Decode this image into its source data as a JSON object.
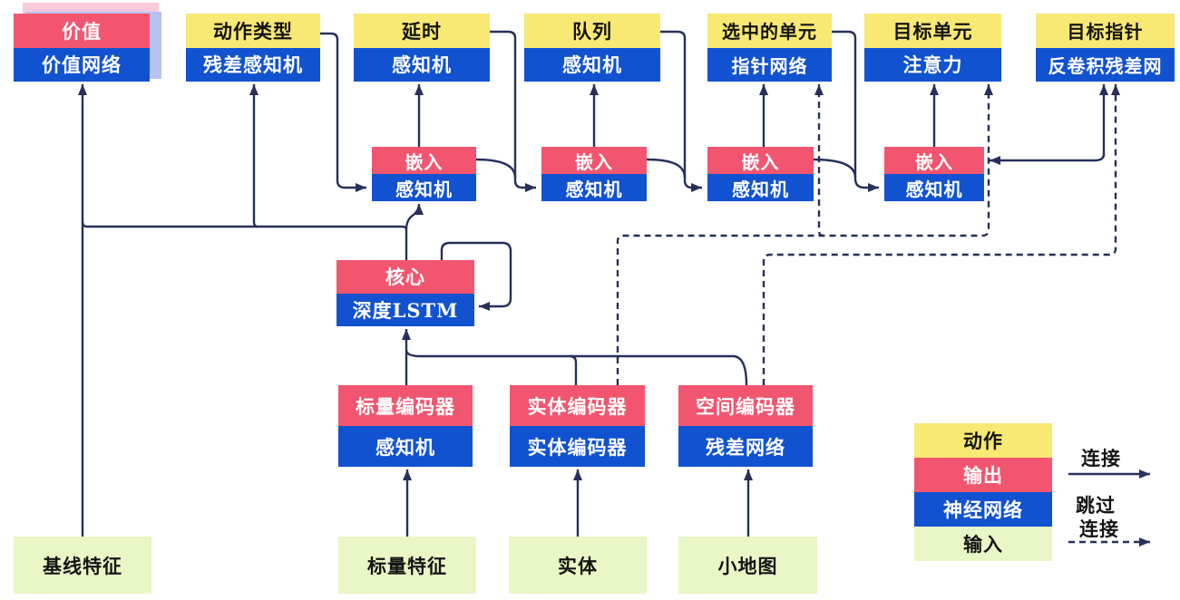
{
  "heads": [
    {
      "label": "价值",
      "network": "价值网络"
    },
    {
      "label": "动作类型",
      "network": "残差感知机"
    },
    {
      "label": "延时",
      "network": "感知机"
    },
    {
      "label": "队列",
      "network": "感知机"
    },
    {
      "label": "选中的单元",
      "network": "指针网络"
    },
    {
      "label": "目标单元",
      "network": "注意力"
    },
    {
      "label": "目标指针",
      "network": "反卷积残差网"
    }
  ],
  "embeddings": [
    {
      "label": "嵌入",
      "network": "感知机"
    },
    {
      "label": "嵌入",
      "network": "感知机"
    },
    {
      "label": "嵌入",
      "network": "感知机"
    },
    {
      "label": "嵌入",
      "network": "感知机"
    }
  ],
  "core": {
    "label": "核心",
    "network": "深度LSTM"
  },
  "encoders": [
    {
      "label": "标量编码器",
      "network": "感知机"
    },
    {
      "label": "实体编码器",
      "network": "实体编码器"
    },
    {
      "label": "空间编码器",
      "network": "残差网络"
    }
  ],
  "inputs": [
    "基线特征",
    "标量特征",
    "实体",
    "小地图"
  ],
  "legend": {
    "rows": [
      {
        "label": "动作"
      },
      {
        "label": "输出"
      },
      {
        "label": "神经网络"
      },
      {
        "label": "输入"
      }
    ],
    "solid_label": "连接",
    "dashed_label_line1": "跳过",
    "dashed_label_line2": "连接"
  },
  "colors": {
    "action": "#F8E874",
    "output": "#F2556F",
    "network": "#1152D0",
    "input": "#E9F6C6",
    "connector": "#26305A",
    "value_shadow_pink": "#F9CADB",
    "value_shadow_blue": "#B6C3F1"
  }
}
